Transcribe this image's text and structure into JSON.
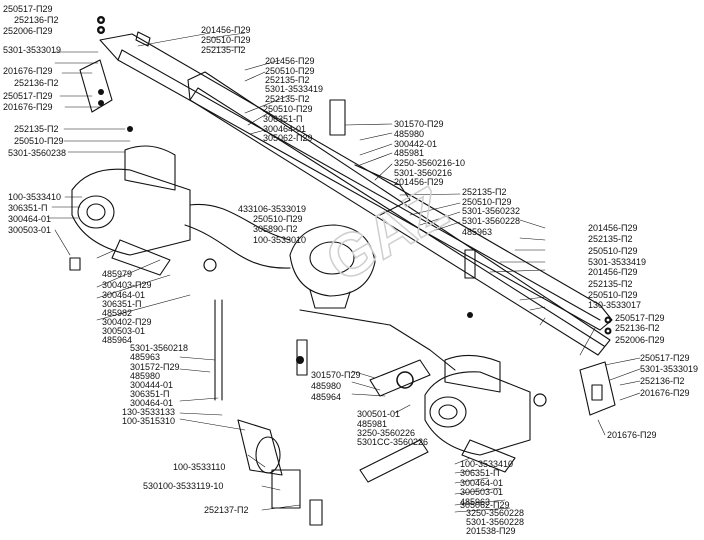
{
  "labels": {
    "tl1": "250517-П29",
    "tl2": "252136-П2",
    "tl3": "252006-П29",
    "tl4": "5301-3533019",
    "tl5": "201676-П29",
    "tl6": "252136-П2",
    "tl7": "250517-П29",
    "tl8": "201676-П29",
    "tl9": "252135-П2",
    "tl10": "250510-П29",
    "tl11": "5301-3560238",
    "tc1": "201456-П29",
    "tc2": "250510-П29",
    "tc3": "252135-П2",
    "tc4": "201456-П29",
    "tc5": "250510-П29",
    "tc6": "252135-П2",
    "tc7": "5301-3533419",
    "tc8": "252135-П2",
    "tc9": "250510-П29",
    "tc10": "306351-П",
    "tc11": "300464-01",
    "tc12": "305062-П29",
    "l1": "100-3533410",
    "l2": "306351-П",
    "l3": "300464-01",
    "l4": "300503-01",
    "m1": "433106-3533019",
    "m2": "250510-П29",
    "m3": "305890-П2",
    "m4": "100-3533010",
    "ml1": "485979",
    "ml2": "300403-П29",
    "ml3": "300464-01",
    "ml4": "306351-П",
    "ml5": "485982",
    "ml6": "300402-П29",
    "ml7": "300503-01",
    "ml8": "485964",
    "r1": "301570-П29",
    "r2": "485980",
    "r3": "300442-01",
    "r4": "485981",
    "r5": "3250-3560216-10",
    "r6": "5301-3560216",
    "r7": "201456-П29",
    "r8": "252135-П2",
    "r9": "250510-П29",
    "r10": "5301-3560232",
    "r11": "5301-3560228",
    "r12": "485963",
    "rr1": "201456-П29",
    "rr2": "252135-П2",
    "rr3": "250510-П29",
    "rr4": "5301-3533419",
    "rr5": "201456-П29",
    "rr6": "252135-П2",
    "rr7": "250510-П29",
    "rr8": "130-3533017",
    "rr9": "250517-П29",
    "rr10": "252136-П2",
    "rr11": "252006-П29",
    "rr12": "250517-П29",
    "rr13": "5301-3533019",
    "rr14": "252136-П2",
    "rr15": "201676-П29",
    "rr16": "201676-П29",
    "bl1": "5301-3560218",
    "bl2": "485963",
    "bl3": "301572-П29",
    "bl4": "485980",
    "bl5": "300444-01",
    "bl6": "306351-П",
    "bl7": "300464-01",
    "bl8": "130-3533133",
    "bl9": "100-3515310",
    "bm1": "301570-П29",
    "bm2": "485980",
    "bm3": "485964",
    "bm4": "300501-01",
    "bm5": "485981",
    "bm6": "3250-3560226",
    "bm7": "5301СС-3560226",
    "b1": "100-3533110",
    "b2": "530100-3533119-10",
    "b3": "252137-П2",
    "br1": "100-3533410",
    "br2": "306351-П",
    "br3": "300464-01",
    "br4": "300503-01",
    "br5": "485963",
    "br6": "305062-П29",
    "br7": "3250-3560228",
    "br8": "5301-3560228",
    "br9": "201538-П29"
  }
}
